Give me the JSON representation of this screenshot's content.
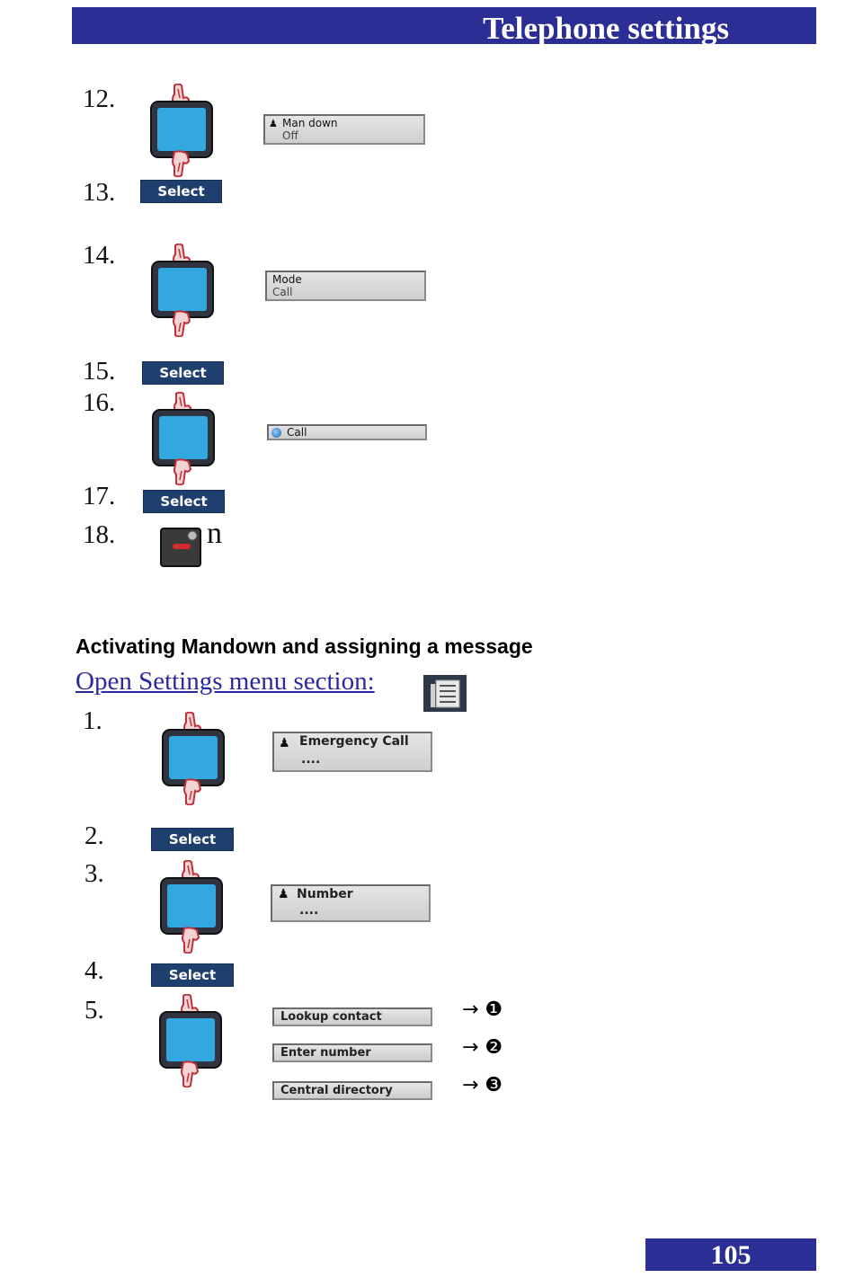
{
  "header": {
    "title": "Telephone settings"
  },
  "steps_top": {
    "s12": "12.",
    "s13": "13.",
    "s14": "14.",
    "s15": "15.",
    "s16": "16.",
    "s17": "17.",
    "s18": "18."
  },
  "select_label": "Select",
  "displays": {
    "man_down": {
      "line1": "Man down",
      "line2": "Off"
    },
    "mode": {
      "line1": "Mode",
      "line2": "Call"
    },
    "call_option": {
      "line1": "Call"
    },
    "emergency_call": {
      "line1": "Emergency Call",
      "line2": "...."
    },
    "number": {
      "line1": "Number",
      "line2": "...."
    }
  },
  "hangup_suffix": "n",
  "section": {
    "heading": "Activating Mandown and assigning a message",
    "link": "Open Settings menu section:"
  },
  "steps_bottom": {
    "s1": "1.",
    "s2": "2.",
    "s3": "3.",
    "s4": "4.",
    "s5": "5."
  },
  "options": [
    {
      "label": "Lookup contact",
      "ref": "→ ❶"
    },
    {
      "label": "Enter number",
      "ref": "→ ❷"
    },
    {
      "label": "Central directory",
      "ref": "→ ❸"
    }
  ],
  "icons": {
    "nav": "navigation-key-icon",
    "settings": "settings-menu-icon",
    "hangup": "hangup-key-icon"
  },
  "colors": {
    "header_bar": "#2b2f95",
    "select_button": "#1f3f6e",
    "screen_blue": "#33a8e0"
  },
  "footer": {
    "page_number": "105"
  }
}
